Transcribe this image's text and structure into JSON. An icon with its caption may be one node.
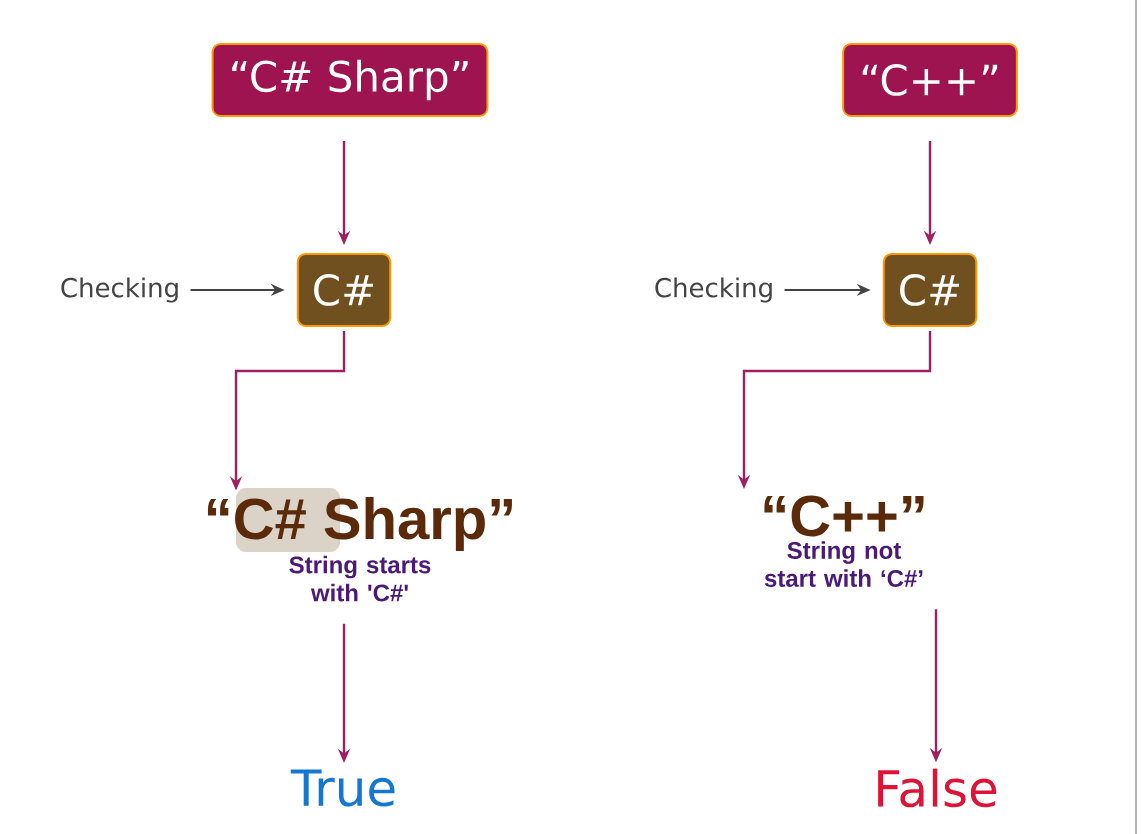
{
  "diagram": {
    "nodes": [
      {
        "text": [
          "“C# Sharp”"
        ]
      },
      {
        "text": [
          "C#"
        ]
      },
      {
        "text": [
          "Checking"
        ]
      },
      {
        "text": [
          "“C# Sharp”"
        ],
        "beside": [
          "String starts with 'C#'"
        ]
      },
      {
        "text": [
          "True"
        ]
      },
      {
        "text": [
          "“C++”"
        ]
      },
      {
        "text": [
          "C#"
        ]
      },
      {
        "text": [
          "Checking"
        ]
      },
      {
        "text": [
          "“C++”"
        ],
        "beside": [
          "String not start with ‘C#’"
        ]
      },
      {
        "text": [
          "False"
        ]
      }
    ],
    "edges": [
      {
        "from": 0,
        "to": 1,
        "arrow": "to"
      },
      {
        "from": 2,
        "to": 1,
        "arrow": "to",
        "color": "#444444"
      },
      {
        "from": 1,
        "to": 3,
        "arrow": "to"
      },
      {
        "from": 3,
        "to": 4,
        "arrow": "to"
      },
      {
        "from": 5,
        "to": 6,
        "arrow": "to"
      },
      {
        "from": 7,
        "to": 6,
        "arrow": "to",
        "color": "#444444"
      },
      {
        "from": 6,
        "to": 8,
        "arrow": "to"
      },
      {
        "from": 8,
        "to": 9,
        "arrow": "to"
      }
    ]
  }
}
